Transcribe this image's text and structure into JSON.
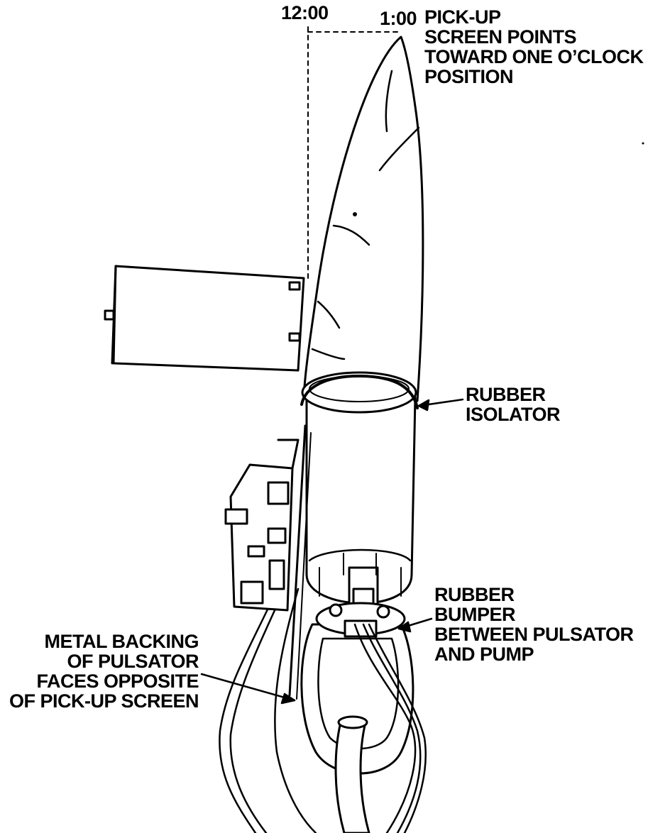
{
  "clock": {
    "twelve": "12:00",
    "one": "1:00"
  },
  "labels": {
    "pickup": [
      "PICK-UP",
      "SCREEN POINTS",
      "TOWARD ONE O’CLOCK",
      "POSITION"
    ],
    "isolator": [
      "RUBBER",
      "ISOLATOR"
    ],
    "bumper": [
      "RUBBER",
      "BUMPER",
      "BETWEEN PULSATOR",
      "AND PUMP"
    ],
    "backing": [
      "METAL BACKING",
      "OF PULSATOR",
      "FACES OPPOSITE",
      "OF PICK-UP SCREEN"
    ]
  },
  "colors": {
    "ink": "#000000",
    "paper": "#ffffff"
  }
}
